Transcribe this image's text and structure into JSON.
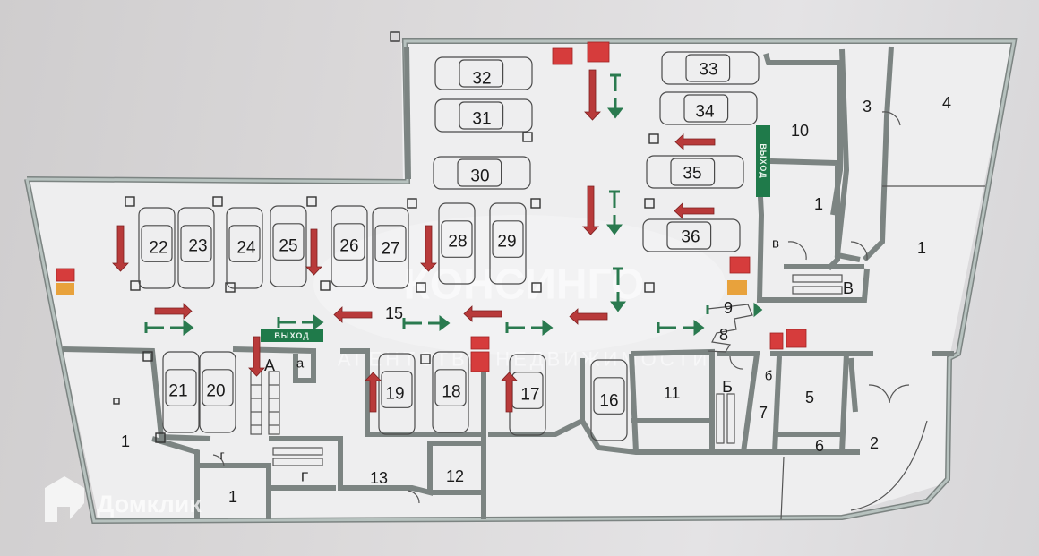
{
  "plan": {
    "title": "Parking floor evacuation plan",
    "parking_spaces": [
      "32",
      "31",
      "30",
      "33",
      "34",
      "35",
      "36",
      "22",
      "23",
      "24",
      "25",
      "26",
      "27",
      "28",
      "29",
      "21",
      "20",
      "19",
      "18",
      "17",
      "16"
    ],
    "rooms": {
      "r1_left": "1",
      "r1_bottom": "1",
      "r1_right_small": "1",
      "r1_right_big": "1",
      "r2": "2",
      "r3": "3",
      "r4": "4",
      "r5": "5",
      "r6": "6",
      "r7": "7",
      "r8": "8",
      "r9": "9",
      "r10": "10",
      "r11": "11",
      "r12": "12",
      "r13": "13",
      "r15": "15"
    },
    "stairs": {
      "A": "A",
      "a": "а",
      "B_cyr": "Б",
      "b_small": "б",
      "V": "В",
      "v_small": "в",
      "G1": "г",
      "G2": "Г"
    },
    "exit_signs": {
      "left": "ВЫХОД",
      "right": "ВЫХОД"
    },
    "colors": {
      "exit_green": "#1f7a4a",
      "arrow_red": "#b83a3a",
      "fire_red": "#d63c3c",
      "wall_gray": "#a4aaa8"
    }
  },
  "watermarks": {
    "agency_name": "КОНСИНГО",
    "agency_subtitle": "АГЕНТСТВО НЕДВИЖИМОСТИ",
    "platform_logo": "Домклик"
  }
}
